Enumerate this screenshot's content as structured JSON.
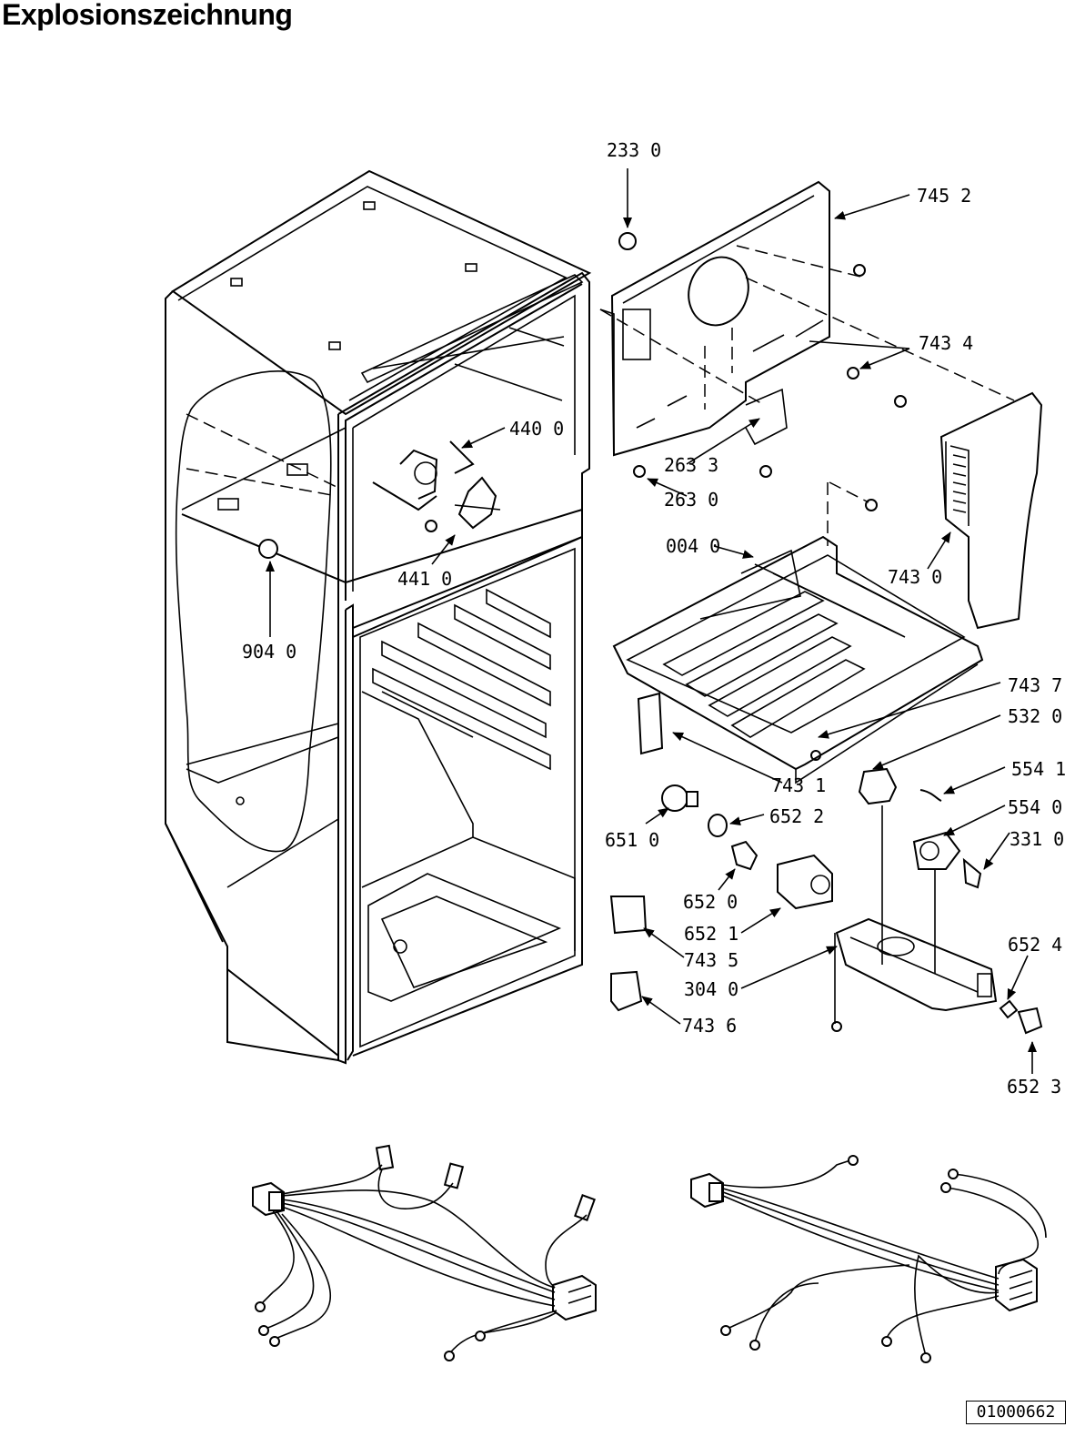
{
  "title": "Explosionszeichnung",
  "doc_id": "01000662",
  "labels": [
    {
      "id": "233-0",
      "text": "233 0"
    },
    {
      "id": "745-2",
      "text": "745 2"
    },
    {
      "id": "743-4",
      "text": "743 4"
    },
    {
      "id": "440-0",
      "text": "440 0"
    },
    {
      "id": "263-3",
      "text": "263 3"
    },
    {
      "id": "263-0",
      "text": "263 0"
    },
    {
      "id": "004-0",
      "text": "004 0"
    },
    {
      "id": "743-0",
      "text": "743 0"
    },
    {
      "id": "441-0",
      "text": "441 0"
    },
    {
      "id": "904-0",
      "text": "904 0"
    },
    {
      "id": "743-7",
      "text": "743 7"
    },
    {
      "id": "532-0",
      "text": "532 0"
    },
    {
      "id": "743-1",
      "text": "743 1"
    },
    {
      "id": "554-1",
      "text": "554 1"
    },
    {
      "id": "554-0",
      "text": "554 0"
    },
    {
      "id": "651-0",
      "text": "651 0"
    },
    {
      "id": "652-2",
      "text": "652 2"
    },
    {
      "id": "331-0",
      "text": "331 0"
    },
    {
      "id": "652-0",
      "text": "652 0"
    },
    {
      "id": "652-1",
      "text": "652 1"
    },
    {
      "id": "743-5",
      "text": "743 5"
    },
    {
      "id": "652-4",
      "text": "652 4"
    },
    {
      "id": "304-0",
      "text": "304 0"
    },
    {
      "id": "743-6",
      "text": "743 6"
    },
    {
      "id": "652-3",
      "text": "652 3"
    }
  ]
}
